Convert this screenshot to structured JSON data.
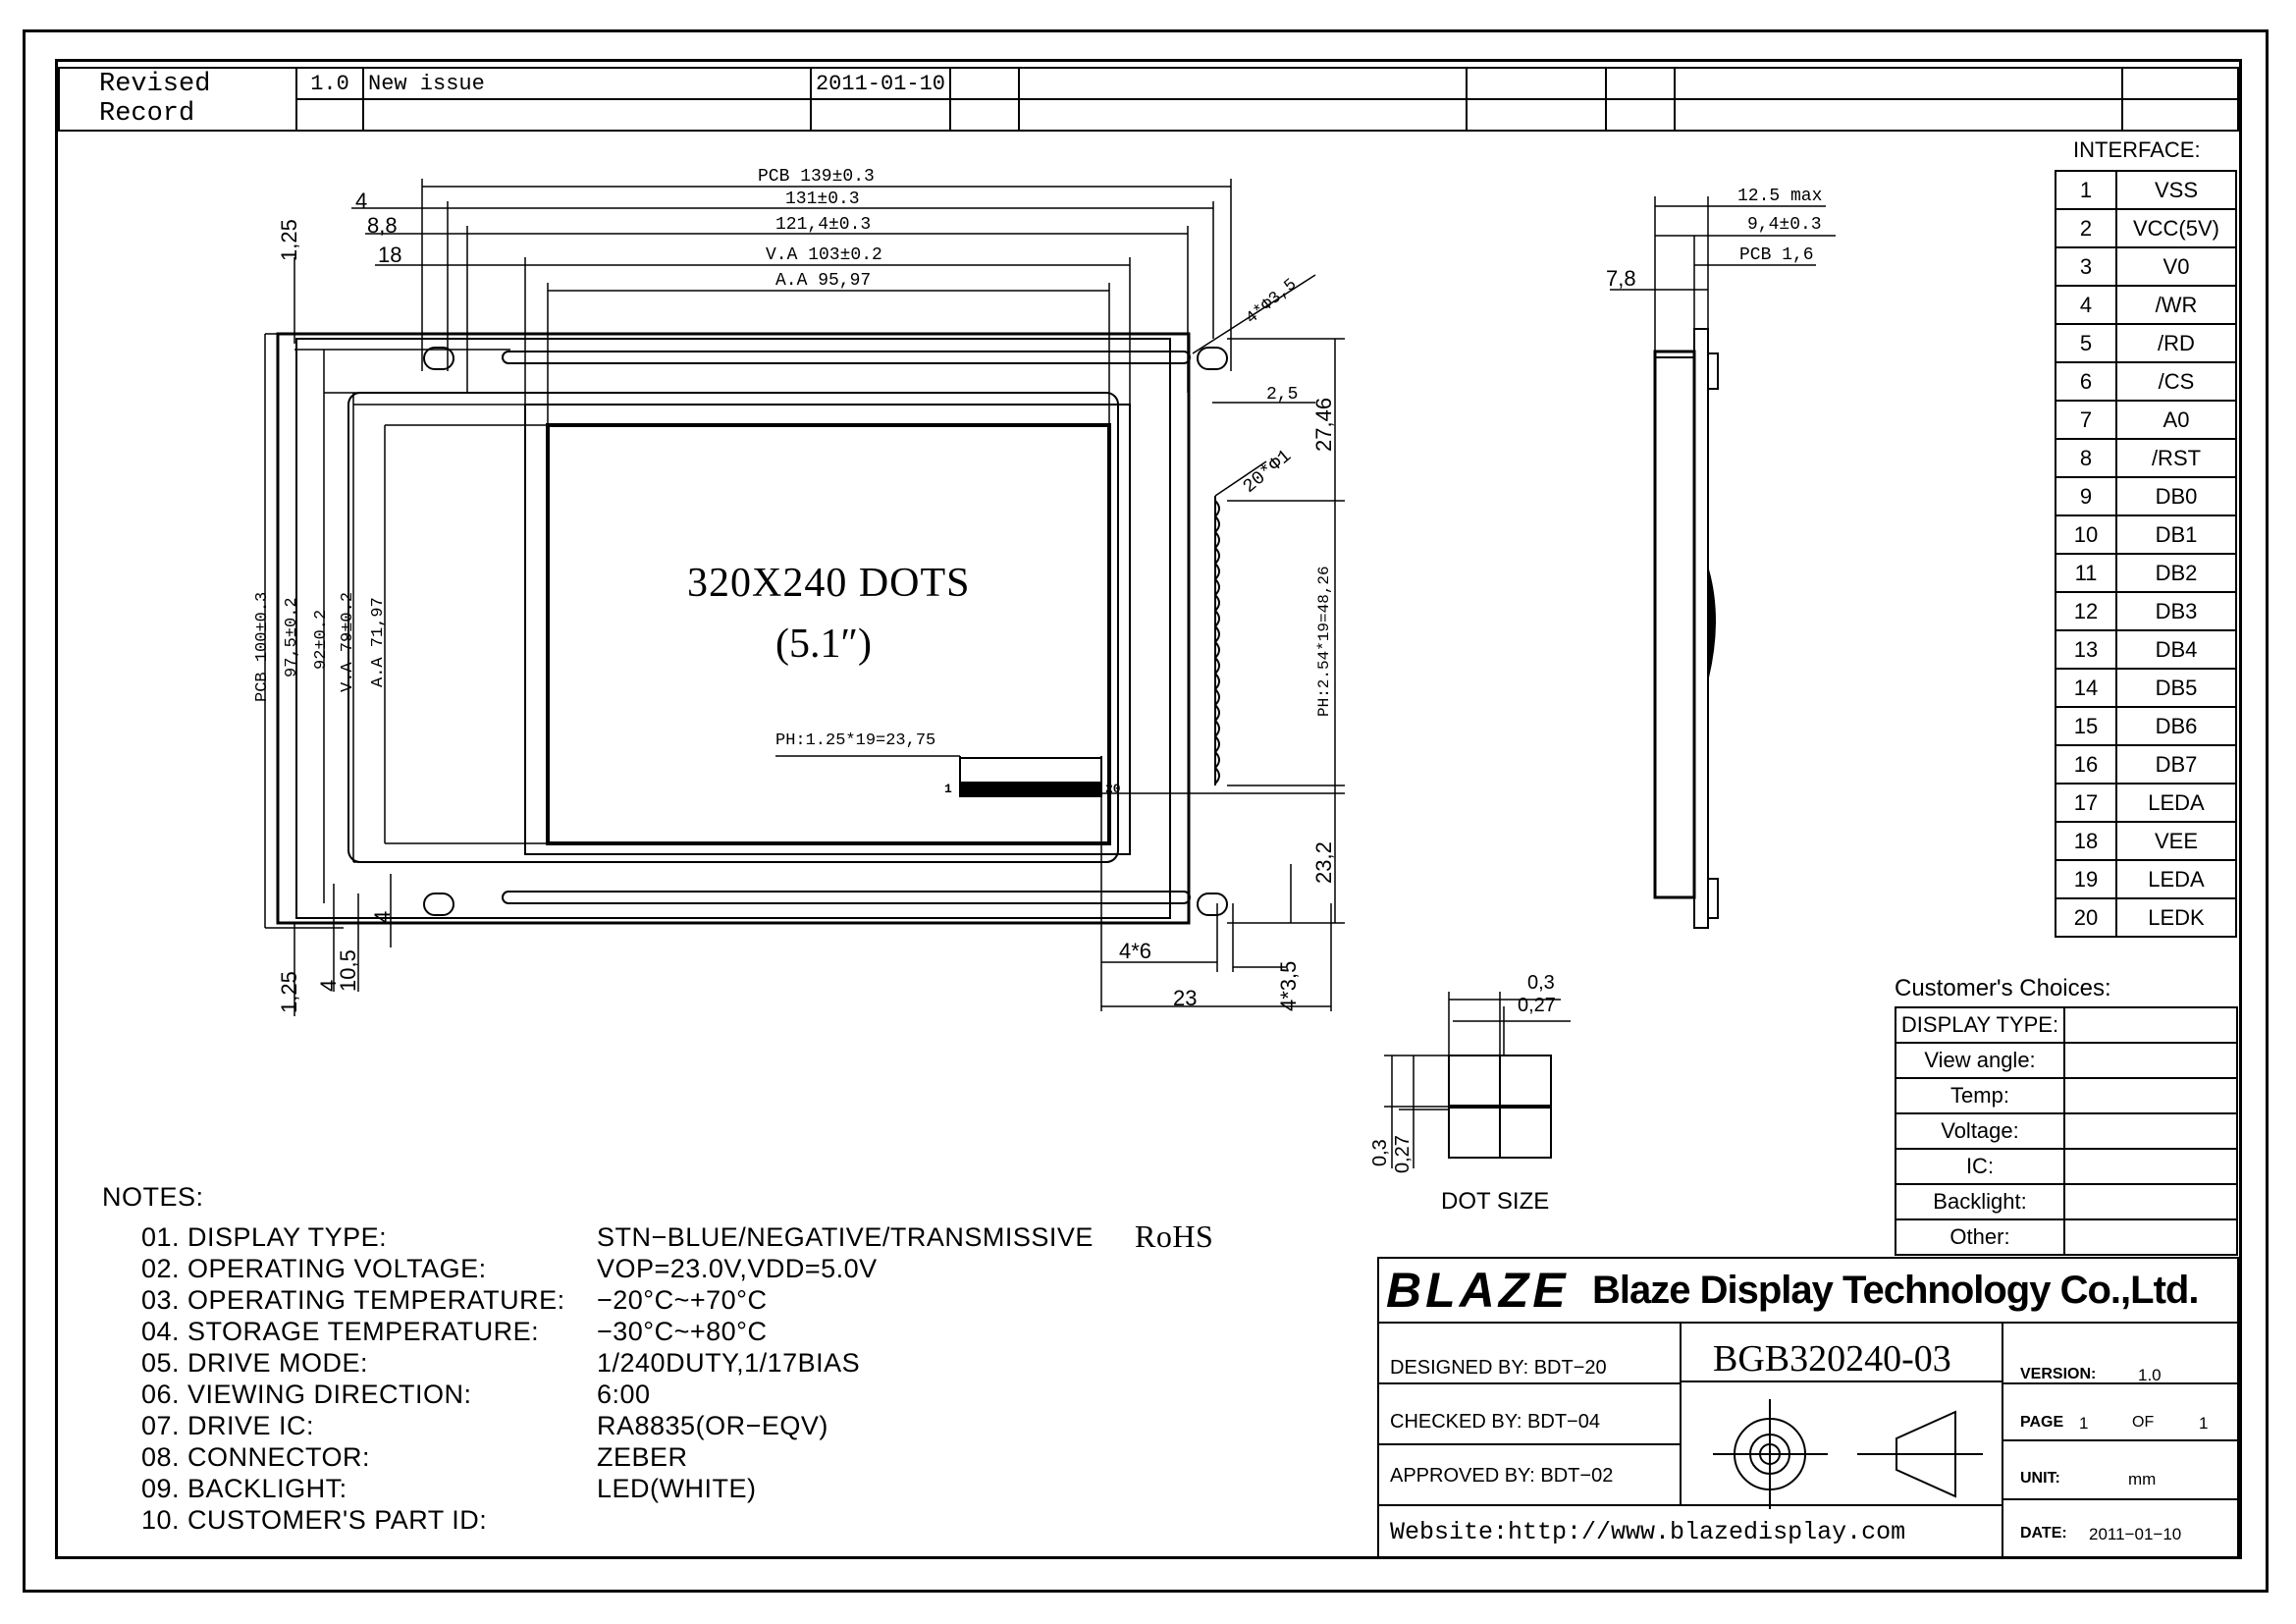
{
  "revision": {
    "title": [
      "Revised",
      "Record"
    ],
    "version": "1.0",
    "description": "New issue",
    "date": "2011-01-10"
  },
  "front_view": {
    "dims_top": [
      "PCB 139±0.3",
      "131±0.3",
      "121,4±0.3",
      "V.A 103±0.2",
      "A.A 95,97"
    ],
    "dims_left_small": [
      "4",
      "8,8",
      "18"
    ],
    "dims_side": [
      "1,25",
      "PCB 100±0.3",
      "97,5±0.2",
      "92±0.2",
      "V.A 79±0.2",
      "A.A 71,97",
      "1,25",
      "4",
      "10,5",
      "4"
    ],
    "dims_right": [
      "4*Φ3,5",
      "2,5",
      "20*Φ1",
      "27,46",
      "PH:2.54*19=48,26",
      "23,2",
      "4*6",
      "23",
      "4*3,5"
    ],
    "center_text": [
      "320X240 DOTS",
      "(5.1″)"
    ],
    "pin_label": "PH:1.25*19=23,75",
    "pin_1": "1",
    "pin_20": "20"
  },
  "side_view": {
    "dims": [
      "12.5 max",
      "9,4±0.3",
      "PCB 1,6",
      "7,8"
    ]
  },
  "dot_size": {
    "label": "DOT SIZE",
    "dims": [
      "0,3",
      "0,27",
      "0,3",
      "0,27"
    ]
  },
  "interface": {
    "header": "INTERFACE:",
    "pins": [
      {
        "no": "1",
        "name": "VSS"
      },
      {
        "no": "2",
        "name": "VCC(5V)"
      },
      {
        "no": "3",
        "name": "V0"
      },
      {
        "no": "4",
        "name": "/WR"
      },
      {
        "no": "5",
        "name": "/RD"
      },
      {
        "no": "6",
        "name": "/CS"
      },
      {
        "no": "7",
        "name": "A0"
      },
      {
        "no": "8",
        "name": "/RST"
      },
      {
        "no": "9",
        "name": "DB0"
      },
      {
        "no": "10",
        "name": "DB1"
      },
      {
        "no": "11",
        "name": "DB2"
      },
      {
        "no": "12",
        "name": "DB3"
      },
      {
        "no": "13",
        "name": "DB4"
      },
      {
        "no": "14",
        "name": "DB5"
      },
      {
        "no": "15",
        "name": "DB6"
      },
      {
        "no": "16",
        "name": "DB7"
      },
      {
        "no": "17",
        "name": "LEDA"
      },
      {
        "no": "18",
        "name": "VEE"
      },
      {
        "no": "19",
        "name": "LEDA"
      },
      {
        "no": "20",
        "name": "LEDK"
      }
    ]
  },
  "customer": {
    "title": "Customer's Choices:",
    "rows": [
      "DISPLAY TYPE:",
      "View angle:",
      "Temp:",
      "Voltage:",
      "IC:",
      "Backlight:",
      "Other:"
    ]
  },
  "notes": {
    "title": "NOTES:",
    "items": [
      {
        "label": "01. DISPLAY TYPE:",
        "value": "STN−BLUE/NEGATIVE/TRANSMISSIVE",
        "extra": "RoHS"
      },
      {
        "label": "02. OPERATING VOLTAGE:",
        "value": "VOP=23.0V,VDD=5.0V"
      },
      {
        "label": "03. OPERATING TEMPERATURE:",
        "value": "−20°C~+70°C"
      },
      {
        "label": "04. STORAGE TEMPERATURE:",
        "value": "−30°C~+80°C"
      },
      {
        "label": "05. DRIVE MODE:",
        "value": "1/240DUTY,1/17BIAS"
      },
      {
        "label": "06. VIEWING DIRECTION:",
        "value": "6:00"
      },
      {
        "label": "07. DRIVE IC:",
        "value": "RA8835(OR−EQV)"
      },
      {
        "label": "08. CONNECTOR:",
        "value": "ZEBER"
      },
      {
        "label": "09. BACKLIGHT:",
        "value": "LED(WHITE)"
      },
      {
        "label": "10. CUSTOMER'S PART ID:",
        "value": ""
      }
    ]
  },
  "title_block": {
    "logo": "BLAZE",
    "company": "Blaze Display Technology Co.,Ltd.",
    "designed": "DESIGNED BY: BDT−20",
    "checked": "CHECKED BY: BDT−04",
    "approved": "APPROVED BY: BDT−02",
    "part_no": "BGB320240-03",
    "version_label": "VERSION:",
    "version": "1.0",
    "page_label": "PAGE",
    "page": "1",
    "of_label": "OF",
    "of": "1",
    "unit_label": "UNIT:",
    "unit": "mm",
    "date_label": "DATE:",
    "date": "2011−01−10",
    "website": "Website:http://www.blazedisplay.com"
  }
}
